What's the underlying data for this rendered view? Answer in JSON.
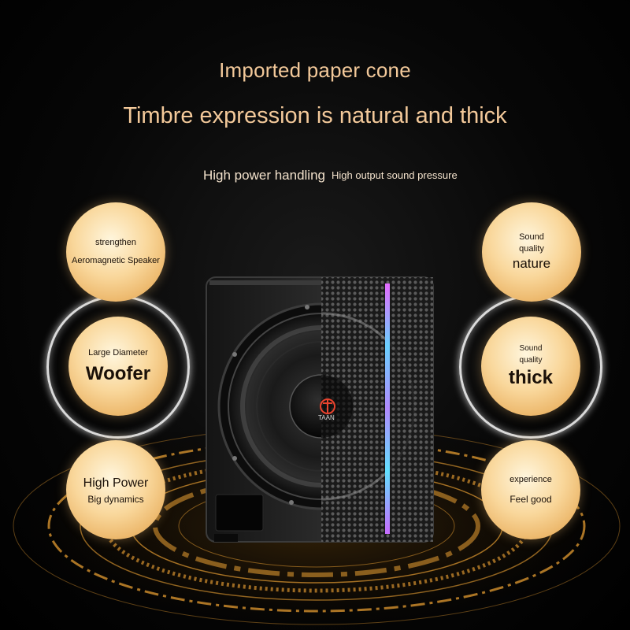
{
  "headline": {
    "line1": "Imported paper cone",
    "line2": "Timbre expression is natural and thick"
  },
  "subheadings": {
    "left": "High power handling",
    "right": "High output sound pressure"
  },
  "features_left": [
    {
      "small": "strengthen",
      "main": "Aeromagnetic Speaker"
    },
    {
      "small": "Large Diameter",
      "main": "Woofer"
    },
    {
      "small": "High Power",
      "main": "Big dynamics"
    }
  ],
  "features_right": [
    {
      "line1": "Sound",
      "line2": "quality",
      "main": "nature"
    },
    {
      "line1": "Sound",
      "line2": "quality",
      "main": "thick"
    },
    {
      "small": "experience",
      "main": "Feel good"
    }
  ],
  "product": {
    "logo_text": "TAAN"
  },
  "colors": {
    "background": "#000000",
    "headline": "#f3c99a",
    "badge": "#f9d79b",
    "floor_ring": "#c98a2c",
    "led_strip": "#8ad6ff"
  }
}
